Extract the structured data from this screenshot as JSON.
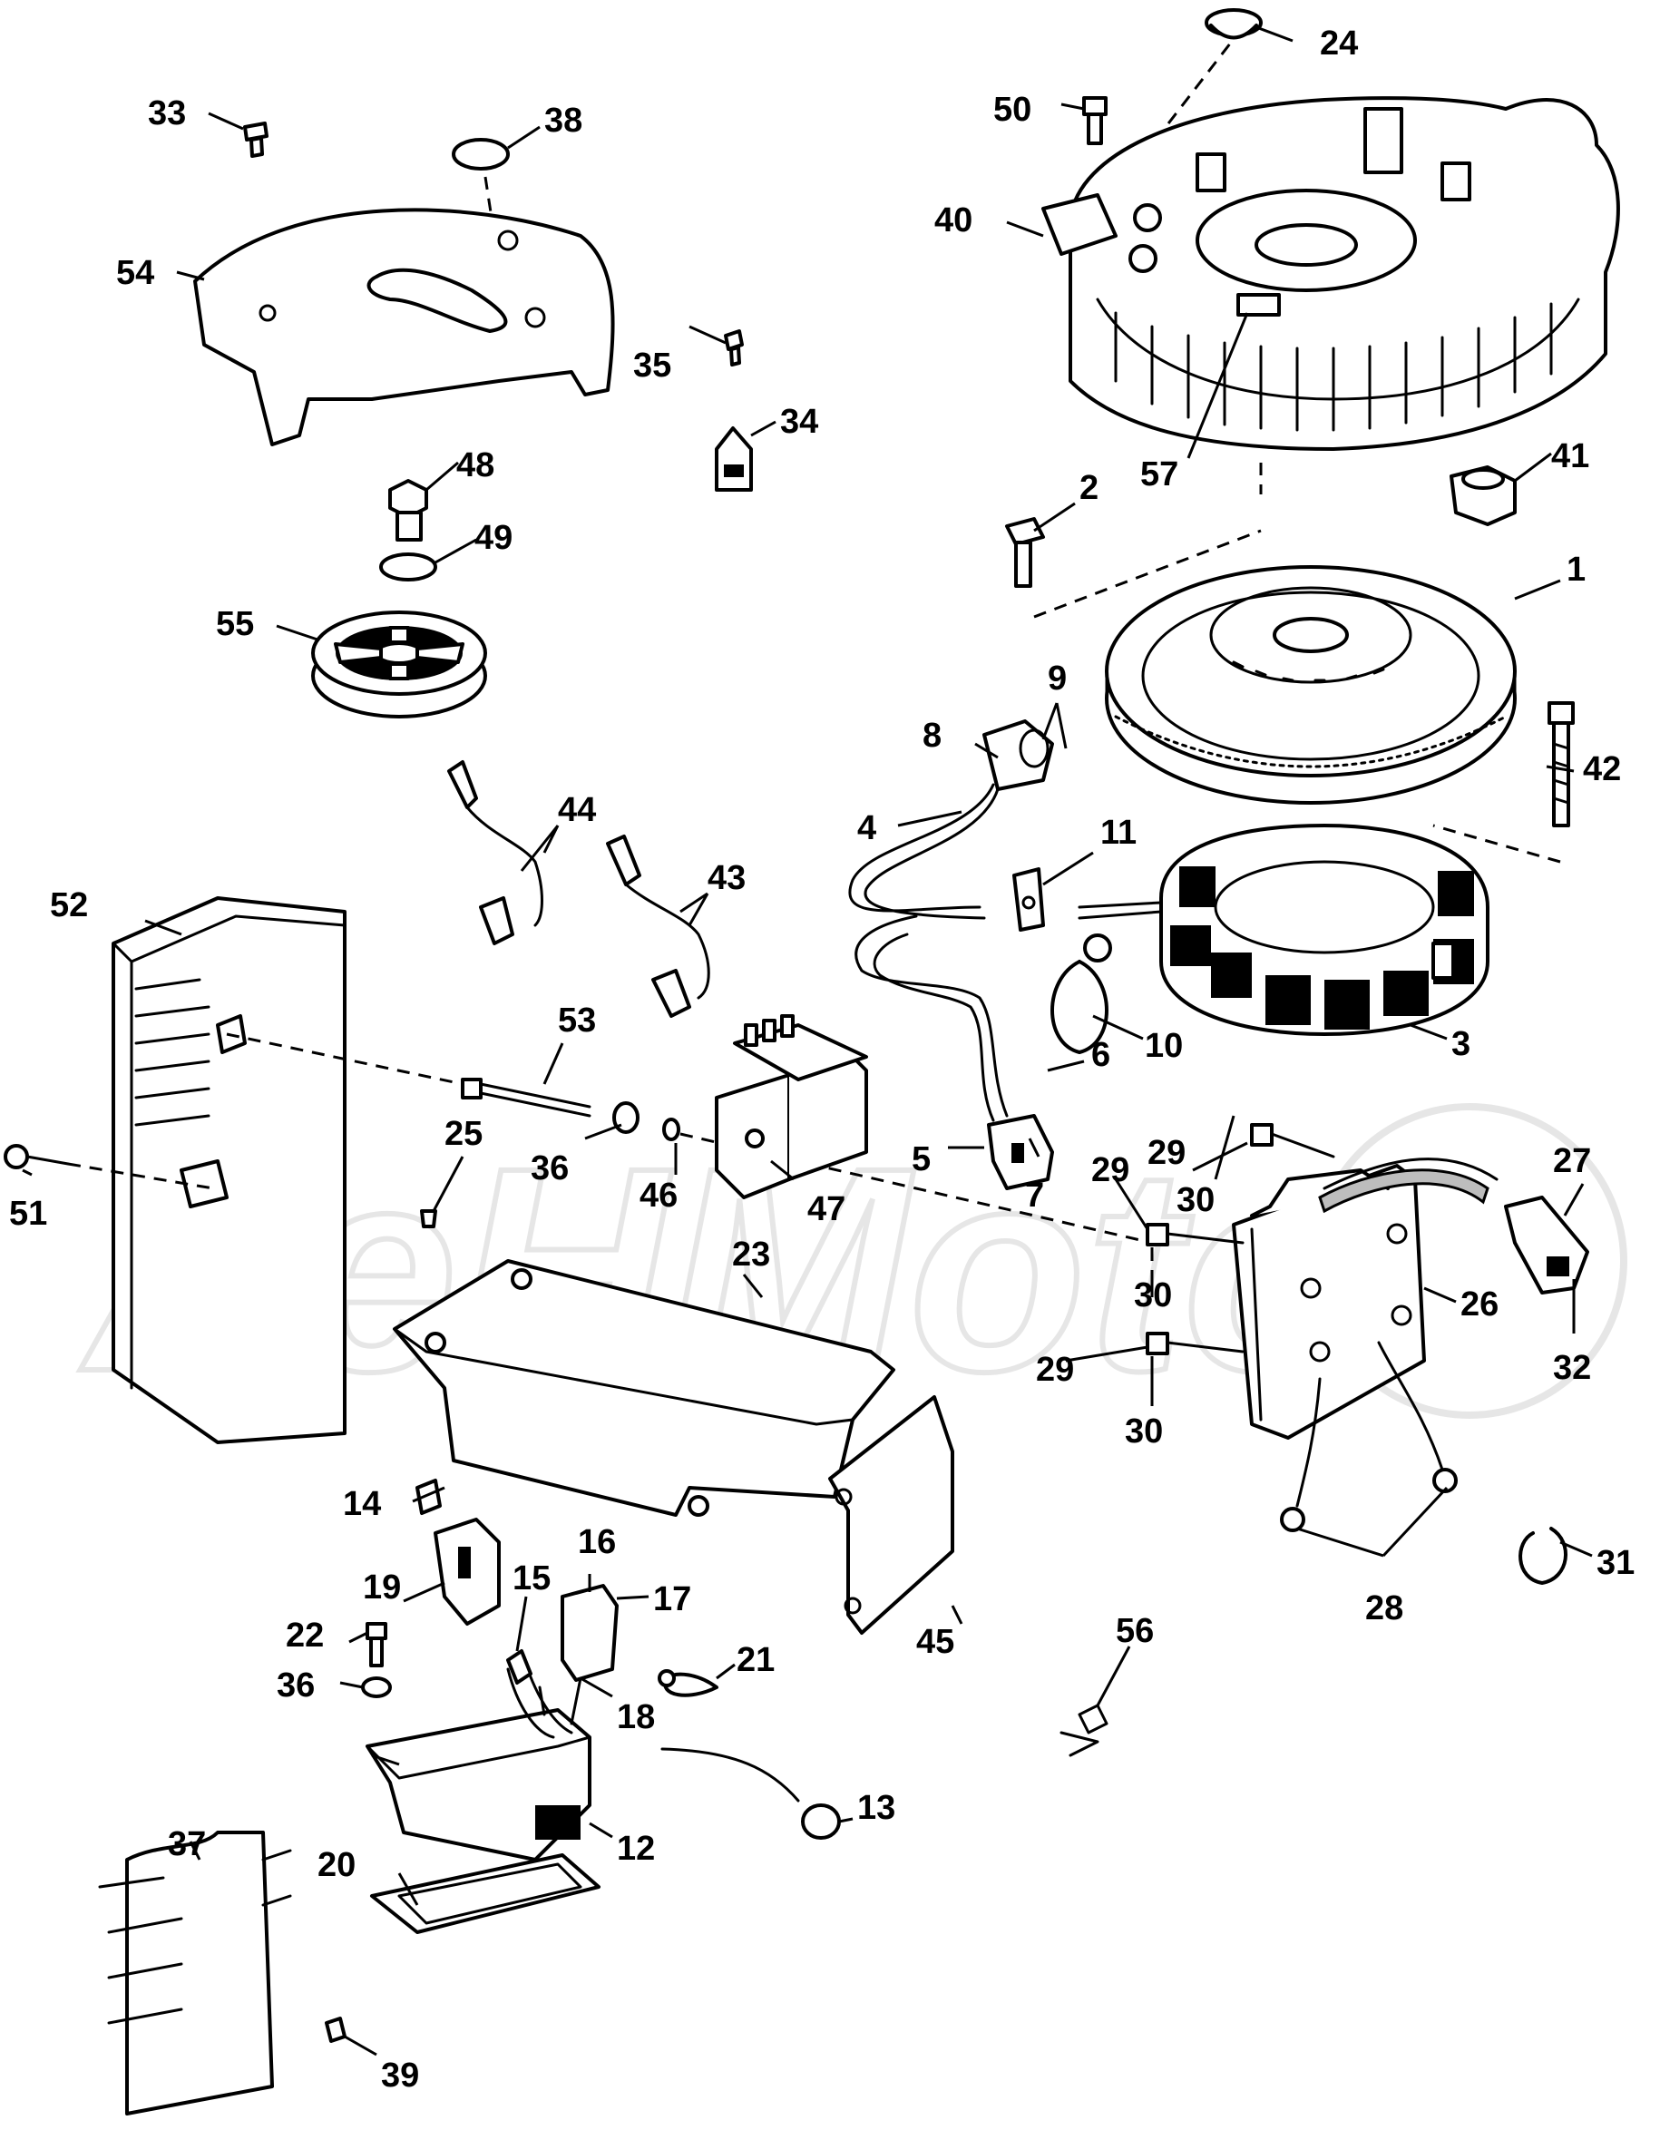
{
  "diagram": {
    "watermark": "AeHMoto",
    "callouts": {
      "c1": "1",
      "c2": "2",
      "c3": "3",
      "c4": "4",
      "c5": "5",
      "c6": "6",
      "c7": "7",
      "c8": "8",
      "c9": "9",
      "c10": "10",
      "c11": "11",
      "c12": "12",
      "c13": "13",
      "c14": "14",
      "c15": "15",
      "c16": "16",
      "c17": "17",
      "c18": "18",
      "c19": "19",
      "c20": "20",
      "c21": "21",
      "c22": "22",
      "c23": "23",
      "c24": "24",
      "c25": "25",
      "c26": "26",
      "c27": "27",
      "c28": "28",
      "c29a": "29",
      "c29b": "29",
      "c29c": "29",
      "c30a": "30",
      "c30b": "30",
      "c30c": "30",
      "c31": "31",
      "c32": "32",
      "c33": "33",
      "c34": "34",
      "c35": "35",
      "c36a": "36",
      "c36b": "36",
      "c37": "37",
      "c38": "38",
      "c39": "39",
      "c40": "40",
      "c41": "41",
      "c42": "42",
      "c43": "43",
      "c44": "44",
      "c45": "45",
      "c46": "46",
      "c47": "47",
      "c48": "48",
      "c49": "49",
      "c50": "50",
      "c51": "51",
      "c52": "52",
      "c53": "53",
      "c54": "54",
      "c55": "55",
      "c56": "56",
      "c57": "57"
    }
  }
}
